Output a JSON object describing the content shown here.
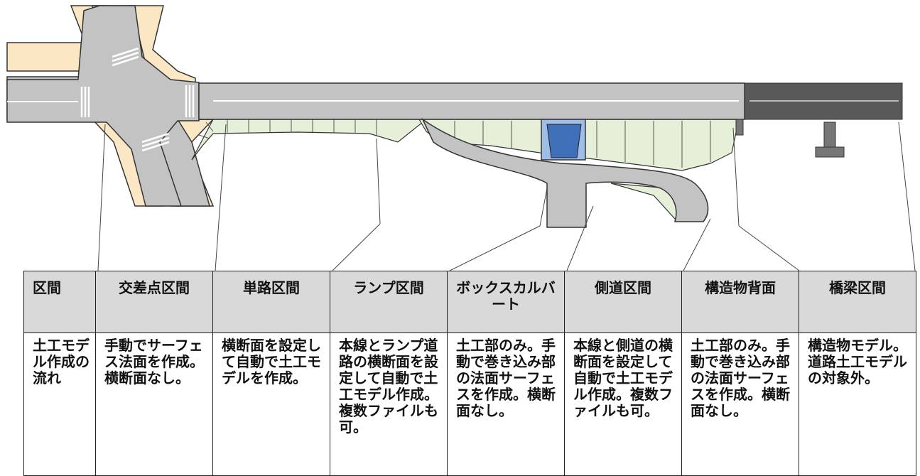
{
  "table": {
    "row_header": "区間",
    "row_body": "土工モデル作成の流れ",
    "sections": [
      {
        "name": "交差点区間",
        "desc": "手動でサーフェス法面を作成。横断面なし。"
      },
      {
        "name": "単路区間",
        "desc": "横断面を設定して自動で土工モデルを作成。"
      },
      {
        "name": "ランプ区間",
        "desc": "本線とランプ道路の横断面を設定して自動で土工モデル作成。複数ファイルも可。"
      },
      {
        "name": "ボックスカルバート",
        "desc": "土工部のみ。手動で巻き込み部の法面サーフェスを作成。横断面なし。"
      },
      {
        "name": "側道区間",
        "desc": "本線と側道の横断面を設定して自動で土工モデル作成。複数ファイルも可。"
      },
      {
        "name": "構造物背面",
        "desc": "土工部のみ。手動で巻き込み部の法面サーフェスを作成。横断面なし。"
      },
      {
        "name": "橋梁区間",
        "desc": "構造物モデル。道路土工モデルの対象外。"
      }
    ]
  },
  "colors": {
    "road": "#c3c3c3",
    "sidewalk": "#fbe7c4",
    "slope": "#e6f0d8",
    "culvert": "#3f6fb8",
    "bridge": "#595959",
    "header_fill": "#d9d9d9"
  }
}
